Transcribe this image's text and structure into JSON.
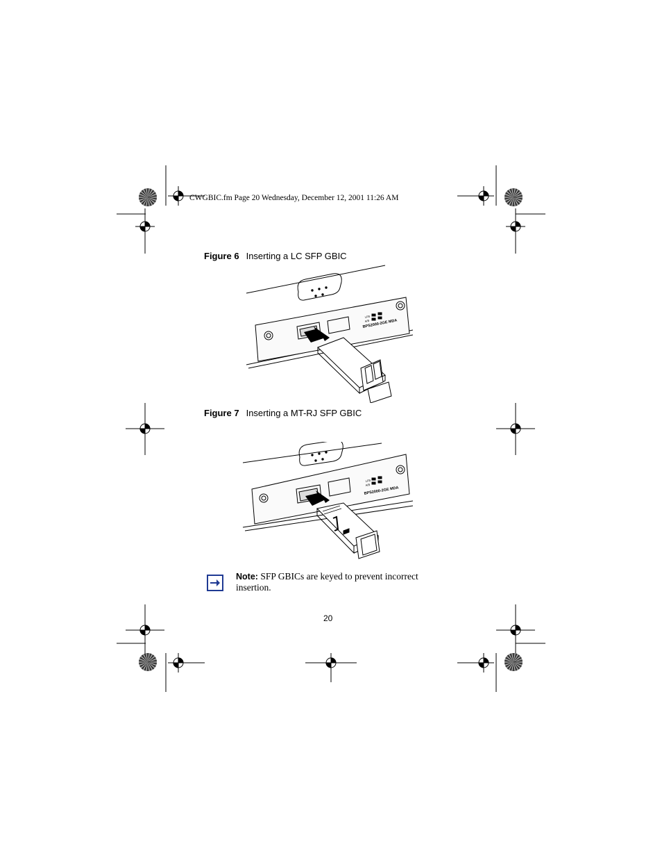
{
  "header": {
    "text": "CWGBIC.fm  Page 20  Wednesday, December 12, 2001  11:26 AM"
  },
  "figures": [
    {
      "number": "Figure 6",
      "title": "Inserting a LC SFP GBIC",
      "module_label": "BPS2000-2GE MDA",
      "led_labels": [
        "LFB",
        "A/B"
      ]
    },
    {
      "number": "Figure 7",
      "title": "Inserting a MT-RJ SFP GBIC",
      "module_label": "BPS2000-2GE MDA",
      "led_labels": [
        "LFB",
        "A/B"
      ]
    }
  ],
  "note": {
    "label": "Note:",
    "text": "SFP GBICs are keyed to prevent incorrect insertion.",
    "icon": "arrow-right-icon",
    "icon_color": "#1f3a93"
  },
  "page_number": "20"
}
